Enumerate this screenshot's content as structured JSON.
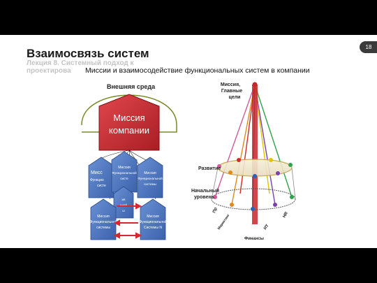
{
  "slide": {
    "title": "Взаимосвязь систем",
    "subtitle": "Лекция 8. Системный подход к проектирова",
    "page_number": "18"
  },
  "figure": {
    "caption": "Миссии и взаимосодействие функциональных систем в компании",
    "left": {
      "external_env": "Внешняя среда",
      "mission_line1": "Миссия",
      "mission_line2": "компании",
      "back_boxes": [
        [
          "Мисс",
          "Функцио",
          "систе"
        ],
        [
          "Миссия",
          "Функциональной",
          "систе"
        ],
        [
          "Миссия",
          "Функциональной",
          "системы"
        ]
      ],
      "mid_box": [
        "ия",
        "ьной",
        "ы"
      ],
      "bottom_left": [
        "Миссия",
        "Функциональной",
        "системы"
      ],
      "bottom_right": [
        "Миссия",
        "Функциональной",
        "Системы N"
      ]
    },
    "right": {
      "mission_label": [
        "Миссия,",
        "Главные",
        "цели"
      ],
      "development": "Развитие",
      "initial_level": [
        "Начальный",
        "уровень"
      ],
      "bottom_labels": [
        "Пр",
        "Маркетинг",
        "ИТ",
        "HR",
        "Финансы"
      ]
    }
  },
  "colors": {
    "mission_red": "#c8262c",
    "box_blue": "#4f79c2",
    "footer": [
      "#e6a020",
      "#c8262c",
      "#8c2a1a",
      "#6a8a1c",
      "#1e6fa8",
      "#5a3d8a",
      "#c9a227",
      "#3e3e3e"
    ]
  }
}
